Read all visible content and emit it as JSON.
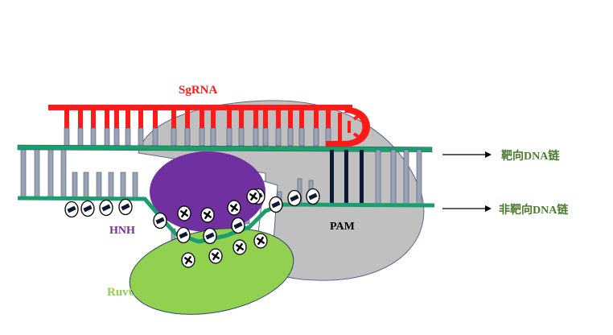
{
  "title": "Cas9 cleavage mechanism diagram",
  "labels": {
    "sgrna": "SgRNA",
    "target_strand": "靶向DNA链",
    "non_target_strand": "非靶向DNA链",
    "hnh": "HNH",
    "ruvc": "RuvC",
    "pam": "PAM"
  },
  "colors": {
    "sgrna": "#ff1a1a",
    "dna_backbone": "#1a9e6e",
    "base": "#9aa3b5",
    "pam_base": "#0d1a33",
    "cas9_body": "#c0c0c0",
    "hnh": "#7030a0",
    "ruvc": "#92d050",
    "hnh_label": "#7030a0",
    "ruvc_label": "#92d050",
    "strand_label": "#4a7a2e",
    "pam_label": "#000000"
  },
  "charges": {
    "negative_symbol": "minus",
    "positive_symbol": "plus"
  }
}
